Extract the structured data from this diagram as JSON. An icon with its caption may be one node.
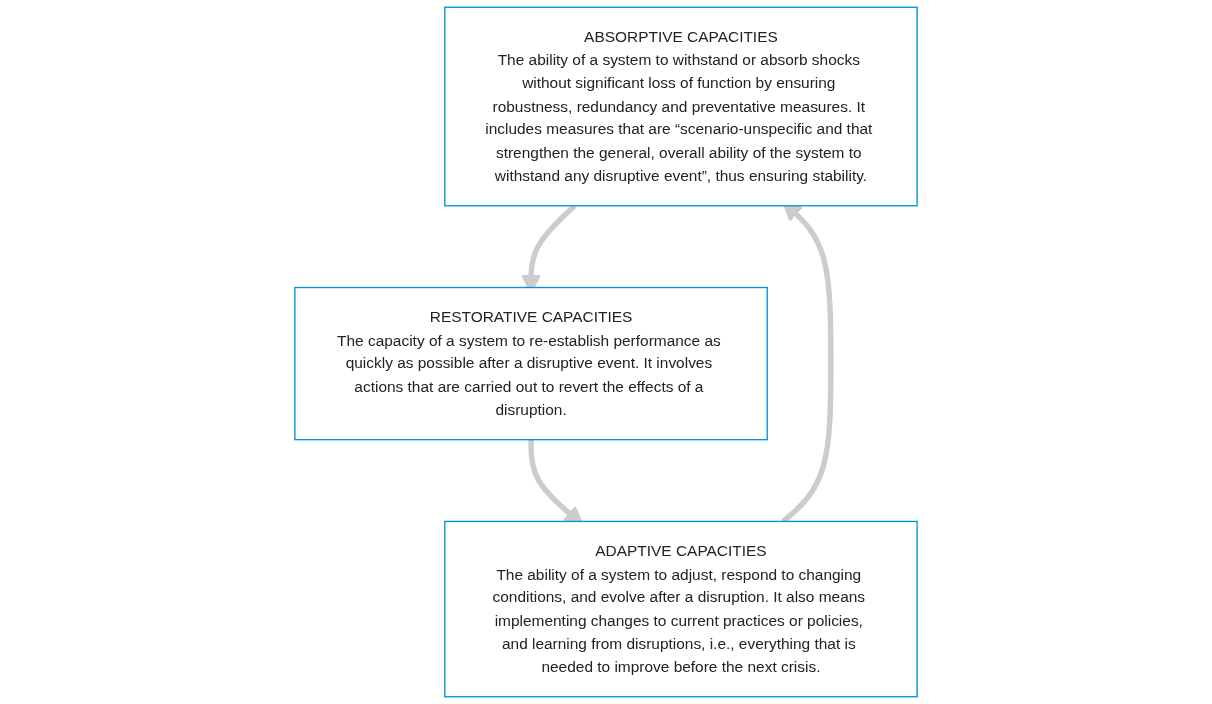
{
  "diagram": {
    "nodes": [
      {
        "text": [
          "ABSORPTIVE CAPACITIES",
          "The ability of a system to withstand or absorb shocks without significant loss of function by ensuring robustness, redundancy and preventative measures. It includes measures that are “scenario-unspecific and that strengthen the general, overall ability of the system to withstand any disruptive event”, thus ensuring stability."
        ]
      },
      {
        "text": [
          "RESTORATIVE CAPACITIES",
          "The capacity of a system to re-establish performance as quickly as possible after a disruptive event. It involves actions that are carried out to revert the effects of a disruption."
        ]
      },
      {
        "text": [
          "ADAPTIVE CAPACITIES",
          "The ability of a system to adjust, respond to changing conditions, and evolve after a disruption. It also means implementing changes to current practices or policies, and learning from disruptions, i.e., everything that is needed to improve before the next crisis."
        ]
      }
    ],
    "edges": [
      {
        "from": 0,
        "to": 1,
        "arrow": "to"
      },
      {
        "from": 1,
        "to": 2,
        "arrow": "to"
      },
      {
        "from": 2,
        "to": 0,
        "arrow": "to"
      }
    ]
  }
}
